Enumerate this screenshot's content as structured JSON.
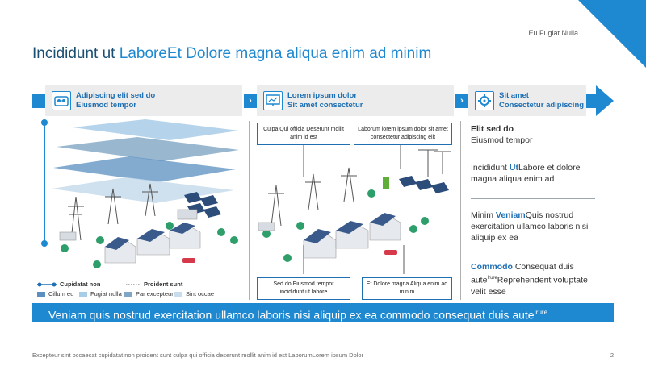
{
  "header": {
    "top_label": "Eu Fugiat Nulla",
    "title_part1": "Incididunt ut ",
    "title_part2": "LaboreEt Dolore magna aliqua enim ad minim"
  },
  "steps": [
    {
      "line1": "Adipiscing elit sed do",
      "line2": "Eiusmod tempor",
      "icon": "grid-network-icon"
    },
    {
      "line1": "Lorem ipsum dolor",
      "line2": "Sit amet consectetur",
      "icon": "monitor-analytics-icon"
    },
    {
      "line1": "Sit amet",
      "line2": "Consectetur adipiscing",
      "icon": "gear-flow-icon"
    }
  ],
  "legend": {
    "solid_line": "Cupidatat non",
    "dotted_line": "Proident sunt",
    "swatches": [
      {
        "label": "Cillum eu",
        "color": "#5a8fc0"
      },
      {
        "label": "Fugiat nulla",
        "color": "#a8cde8"
      },
      {
        "label": "Par excepteur",
        "color": "#7fa6c4"
      },
      {
        "label": "Sint occae",
        "color": "#c7dcec"
      }
    ]
  },
  "callouts": {
    "top_left": "Culpa Qui officia Deserunt mollit anim id est",
    "top_right": "Laborum lorem ipsum dolor sit amet consectetur adipiscing elit",
    "bottom_left": "Sed do Eiusmod tempor incididunt ut labore",
    "bottom_right": "Et Dolore magna Aliqua enim ad minim"
  },
  "right": {
    "block1_bold": "Elit sed do",
    "block1_rest": "Eiusmod tempor",
    "block2_pre": "Incididunt ",
    "block2_blue": "Ut",
    "block2_rest": "Labore et dolore magna aliqua enim ad",
    "block3_pre": "Minim ",
    "block3_blue": "Veniam",
    "block3_rest": "Quis nostrud exercitation ullamco laboris nisi aliquip ex ea",
    "block4_blue": "Commodo",
    "block4_rest1": " Consequat duis aute",
    "block4_sup": "Irure",
    "block4_rest2": "Reprehenderit voluptate velit esse"
  },
  "banner": {
    "text": "Veniam quis nostrud exercitation ullamco laboris nisi aliquip ex ea commodo consequat duis aute",
    "sup": "Irure"
  },
  "footer": {
    "text": "Excepteur sint occaecat cupidatat non proident sunt culpa qui officia deserunt mollit anim id est LaborumLorem ipsum Dolor",
    "page": "2"
  },
  "colors": {
    "accent": "#1e88d0",
    "dark_blue": "#1b4f72",
    "step_bg": "#ececec"
  }
}
